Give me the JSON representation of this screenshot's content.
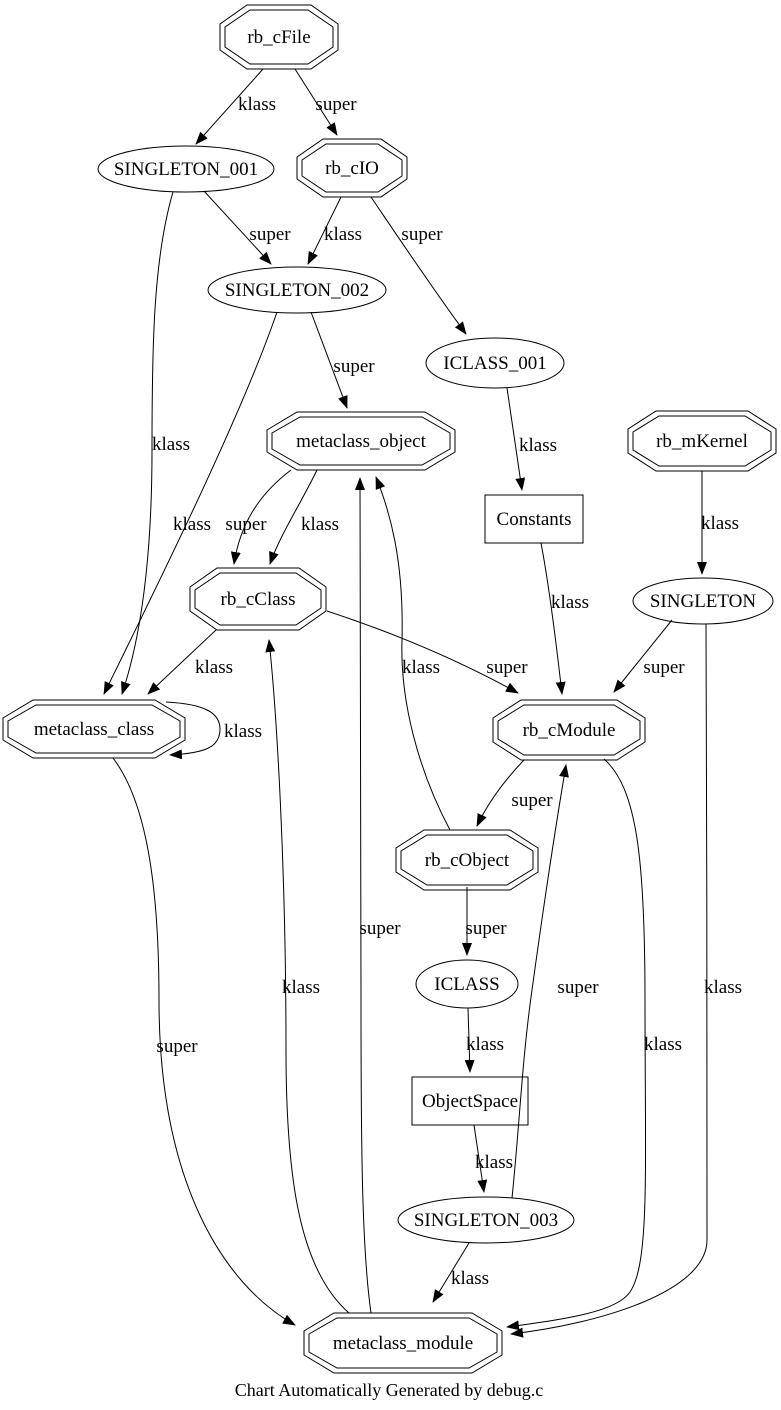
{
  "caption": "Chart Automatically Generated by debug.c",
  "colors": {
    "stroke": "#000000",
    "background": "#ffffff"
  },
  "nodes": [
    {
      "id": "rb_cFile",
      "label": "rb_cFile",
      "shape": "doubleoctagon"
    },
    {
      "id": "SINGLETON_001",
      "label": "SINGLETON_001",
      "shape": "ellipse"
    },
    {
      "id": "rb_cIO",
      "label": "rb_cIO",
      "shape": "doubleoctagon"
    },
    {
      "id": "SINGLETON_002",
      "label": "SINGLETON_002",
      "shape": "ellipse"
    },
    {
      "id": "ICLASS_001",
      "label": "ICLASS_001",
      "shape": "ellipse"
    },
    {
      "id": "metaclass_object",
      "label": "metaclass_object",
      "shape": "doubleoctagon"
    },
    {
      "id": "rb_mKernel",
      "label": "rb_mKernel",
      "shape": "doubleoctagon"
    },
    {
      "id": "Constants",
      "label": "Constants",
      "shape": "box"
    },
    {
      "id": "rb_cClass",
      "label": "rb_cClass",
      "shape": "doubleoctagon"
    },
    {
      "id": "SINGLETON",
      "label": "SINGLETON",
      "shape": "ellipse"
    },
    {
      "id": "metaclass_class",
      "label": "metaclass_class",
      "shape": "doubleoctagon"
    },
    {
      "id": "rb_cModule",
      "label": "rb_cModule",
      "shape": "doubleoctagon"
    },
    {
      "id": "rb_cObject",
      "label": "rb_cObject",
      "shape": "doubleoctagon"
    },
    {
      "id": "ICLASS",
      "label": "ICLASS",
      "shape": "ellipse"
    },
    {
      "id": "ObjectSpace",
      "label": "ObjectSpace",
      "shape": "box"
    },
    {
      "id": "SINGLETON_003",
      "label": "SINGLETON_003",
      "shape": "ellipse"
    },
    {
      "id": "metaclass_module",
      "label": "metaclass_module",
      "shape": "doubleoctagon"
    }
  ],
  "edges": [
    {
      "from": "rb_cFile",
      "to": "SINGLETON_001",
      "label": "klass"
    },
    {
      "from": "rb_cFile",
      "to": "rb_cIO",
      "label": "super"
    },
    {
      "from": "SINGLETON_001",
      "to": "SINGLETON_002",
      "label": "super"
    },
    {
      "from": "rb_cIO",
      "to": "SINGLETON_002",
      "label": "klass"
    },
    {
      "from": "rb_cIO",
      "to": "ICLASS_001",
      "label": "super"
    },
    {
      "from": "SINGLETON_002",
      "to": "metaclass_object",
      "label": "super"
    },
    {
      "from": "SINGLETON_001",
      "to": "metaclass_class",
      "label": "klass"
    },
    {
      "from": "SINGLETON_002",
      "to": "metaclass_class",
      "label": "klass"
    },
    {
      "from": "ICLASS_001",
      "to": "Constants",
      "label": "klass"
    },
    {
      "from": "Constants",
      "to": "rb_cModule",
      "label": "klass"
    },
    {
      "from": "metaclass_object",
      "to": "rb_cClass",
      "label": "super"
    },
    {
      "from": "metaclass_object",
      "to": "rb_cClass",
      "label": "klass"
    },
    {
      "from": "rb_cClass",
      "to": "metaclass_class",
      "label": "klass"
    },
    {
      "from": "rb_cClass",
      "to": "rb_cModule",
      "label": "super"
    },
    {
      "from": "metaclass_class",
      "to": "metaclass_class",
      "label": "klass"
    },
    {
      "from": "metaclass_class",
      "to": "metaclass_module",
      "label": "super"
    },
    {
      "from": "rb_mKernel",
      "to": "SINGLETON",
      "label": "klass"
    },
    {
      "from": "SINGLETON",
      "to": "rb_cModule",
      "label": "super"
    },
    {
      "from": "SINGLETON",
      "to": "metaclass_module",
      "label": "klass"
    },
    {
      "from": "rb_cModule",
      "to": "rb_cObject",
      "label": "super"
    },
    {
      "from": "rb_cModule",
      "to": "metaclass_module",
      "label": "klass"
    },
    {
      "from": "rb_cObject",
      "to": "metaclass_object",
      "label": "klass"
    },
    {
      "from": "metaclass_module",
      "to": "metaclass_object",
      "label": "super"
    },
    {
      "from": "rb_cObject",
      "to": "ICLASS",
      "label": "super"
    },
    {
      "from": "ICLASS",
      "to": "ObjectSpace",
      "label": "klass"
    },
    {
      "from": "ObjectSpace",
      "to": "SINGLETON_003",
      "label": "klass"
    },
    {
      "from": "SINGLETON_003",
      "to": "rb_cModule",
      "label": "super"
    },
    {
      "from": "SINGLETON_003",
      "to": "metaclass_module",
      "label": "klass"
    },
    {
      "from": "metaclass_module",
      "to": "rb_cClass",
      "label": "klass"
    }
  ]
}
